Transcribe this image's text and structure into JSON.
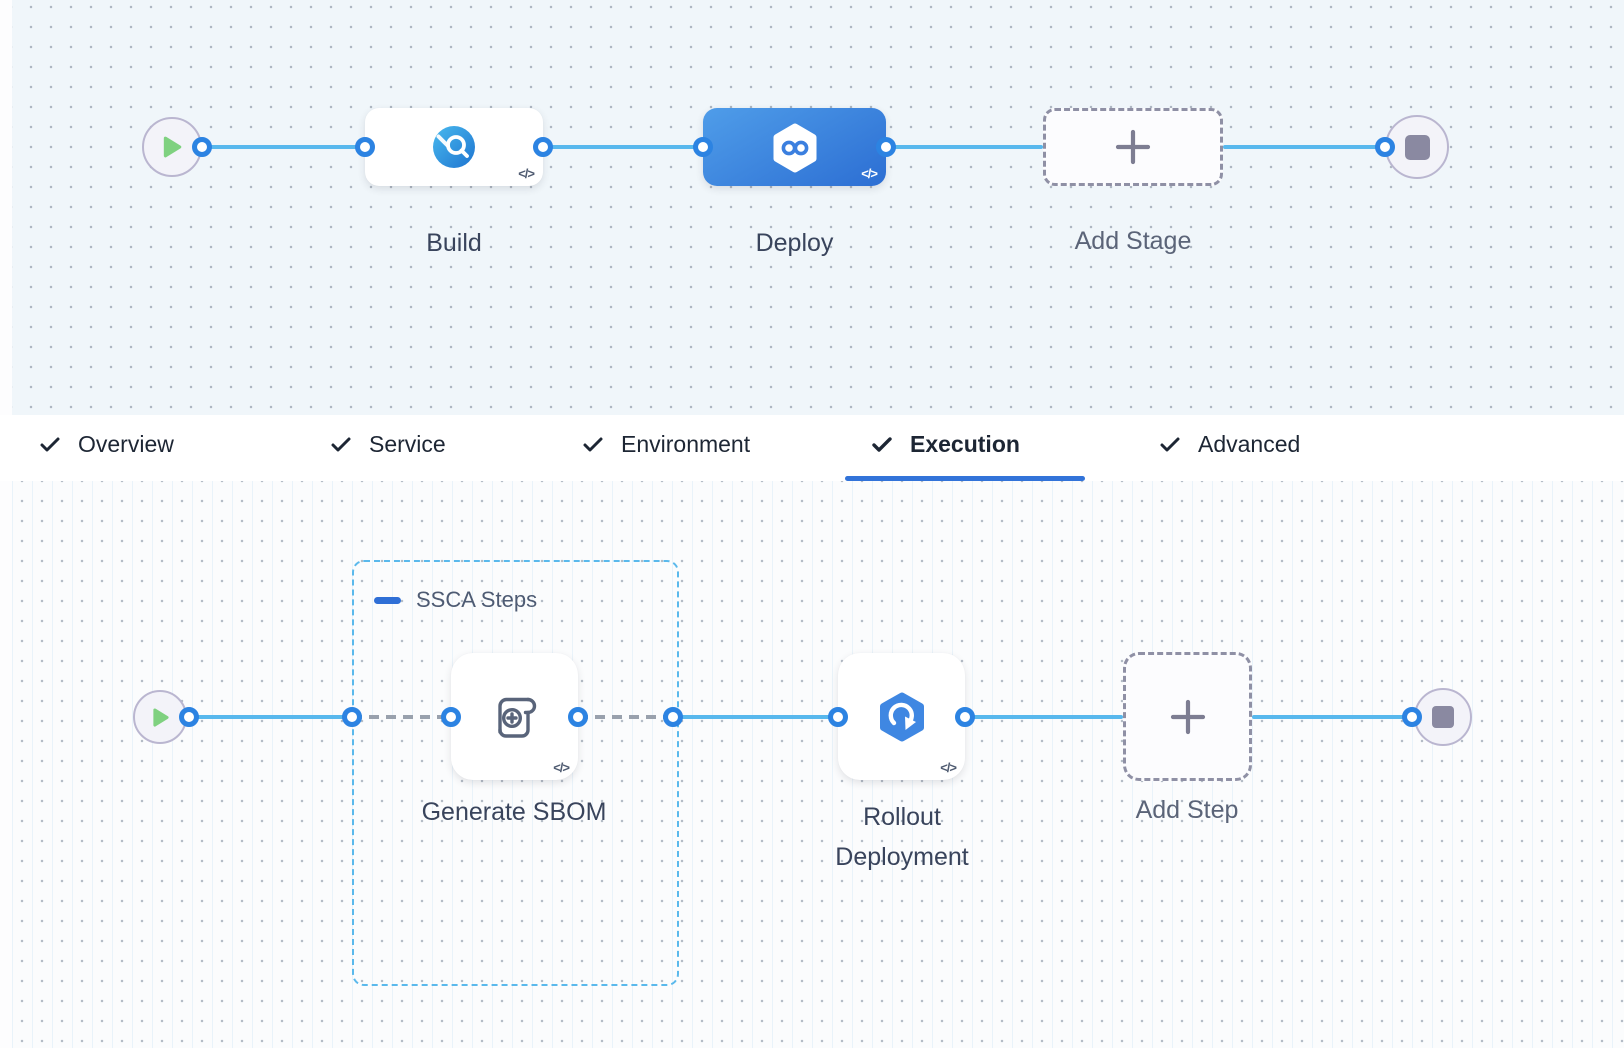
{
  "pipeline_stages": {
    "stages": [
      {
        "label": "Build",
        "selected": false
      },
      {
        "label": "Deploy",
        "selected": true
      },
      {
        "label": "Add Stage",
        "type": "add"
      }
    ]
  },
  "config_tabs": {
    "items": [
      {
        "label": "Overview",
        "checked": true,
        "active": false
      },
      {
        "label": "Service",
        "checked": true,
        "active": false
      },
      {
        "label": "Environment",
        "checked": true,
        "active": false
      },
      {
        "label": "Execution",
        "checked": true,
        "active": true
      },
      {
        "label": "Advanced",
        "checked": true,
        "active": false
      }
    ]
  },
  "execution_canvas": {
    "group": {
      "label": "SSCA Steps"
    },
    "steps": [
      {
        "label": "Generate SBOM"
      },
      {
        "label": "Rollout Deployment"
      },
      {
        "label": "Add Step",
        "type": "add"
      }
    ]
  },
  "badges": {
    "code": "</>"
  },
  "colors": {
    "accent_blue": "#3273d9",
    "connector_blue": "#58b8ed",
    "port_blue": "#2c83e2",
    "selected_stage_gradient_start": "#4f9de9",
    "selected_stage_gradient_end": "#2c6ed3",
    "success_green": "#7fd180",
    "group_border_blue": "#5ab9ec"
  }
}
